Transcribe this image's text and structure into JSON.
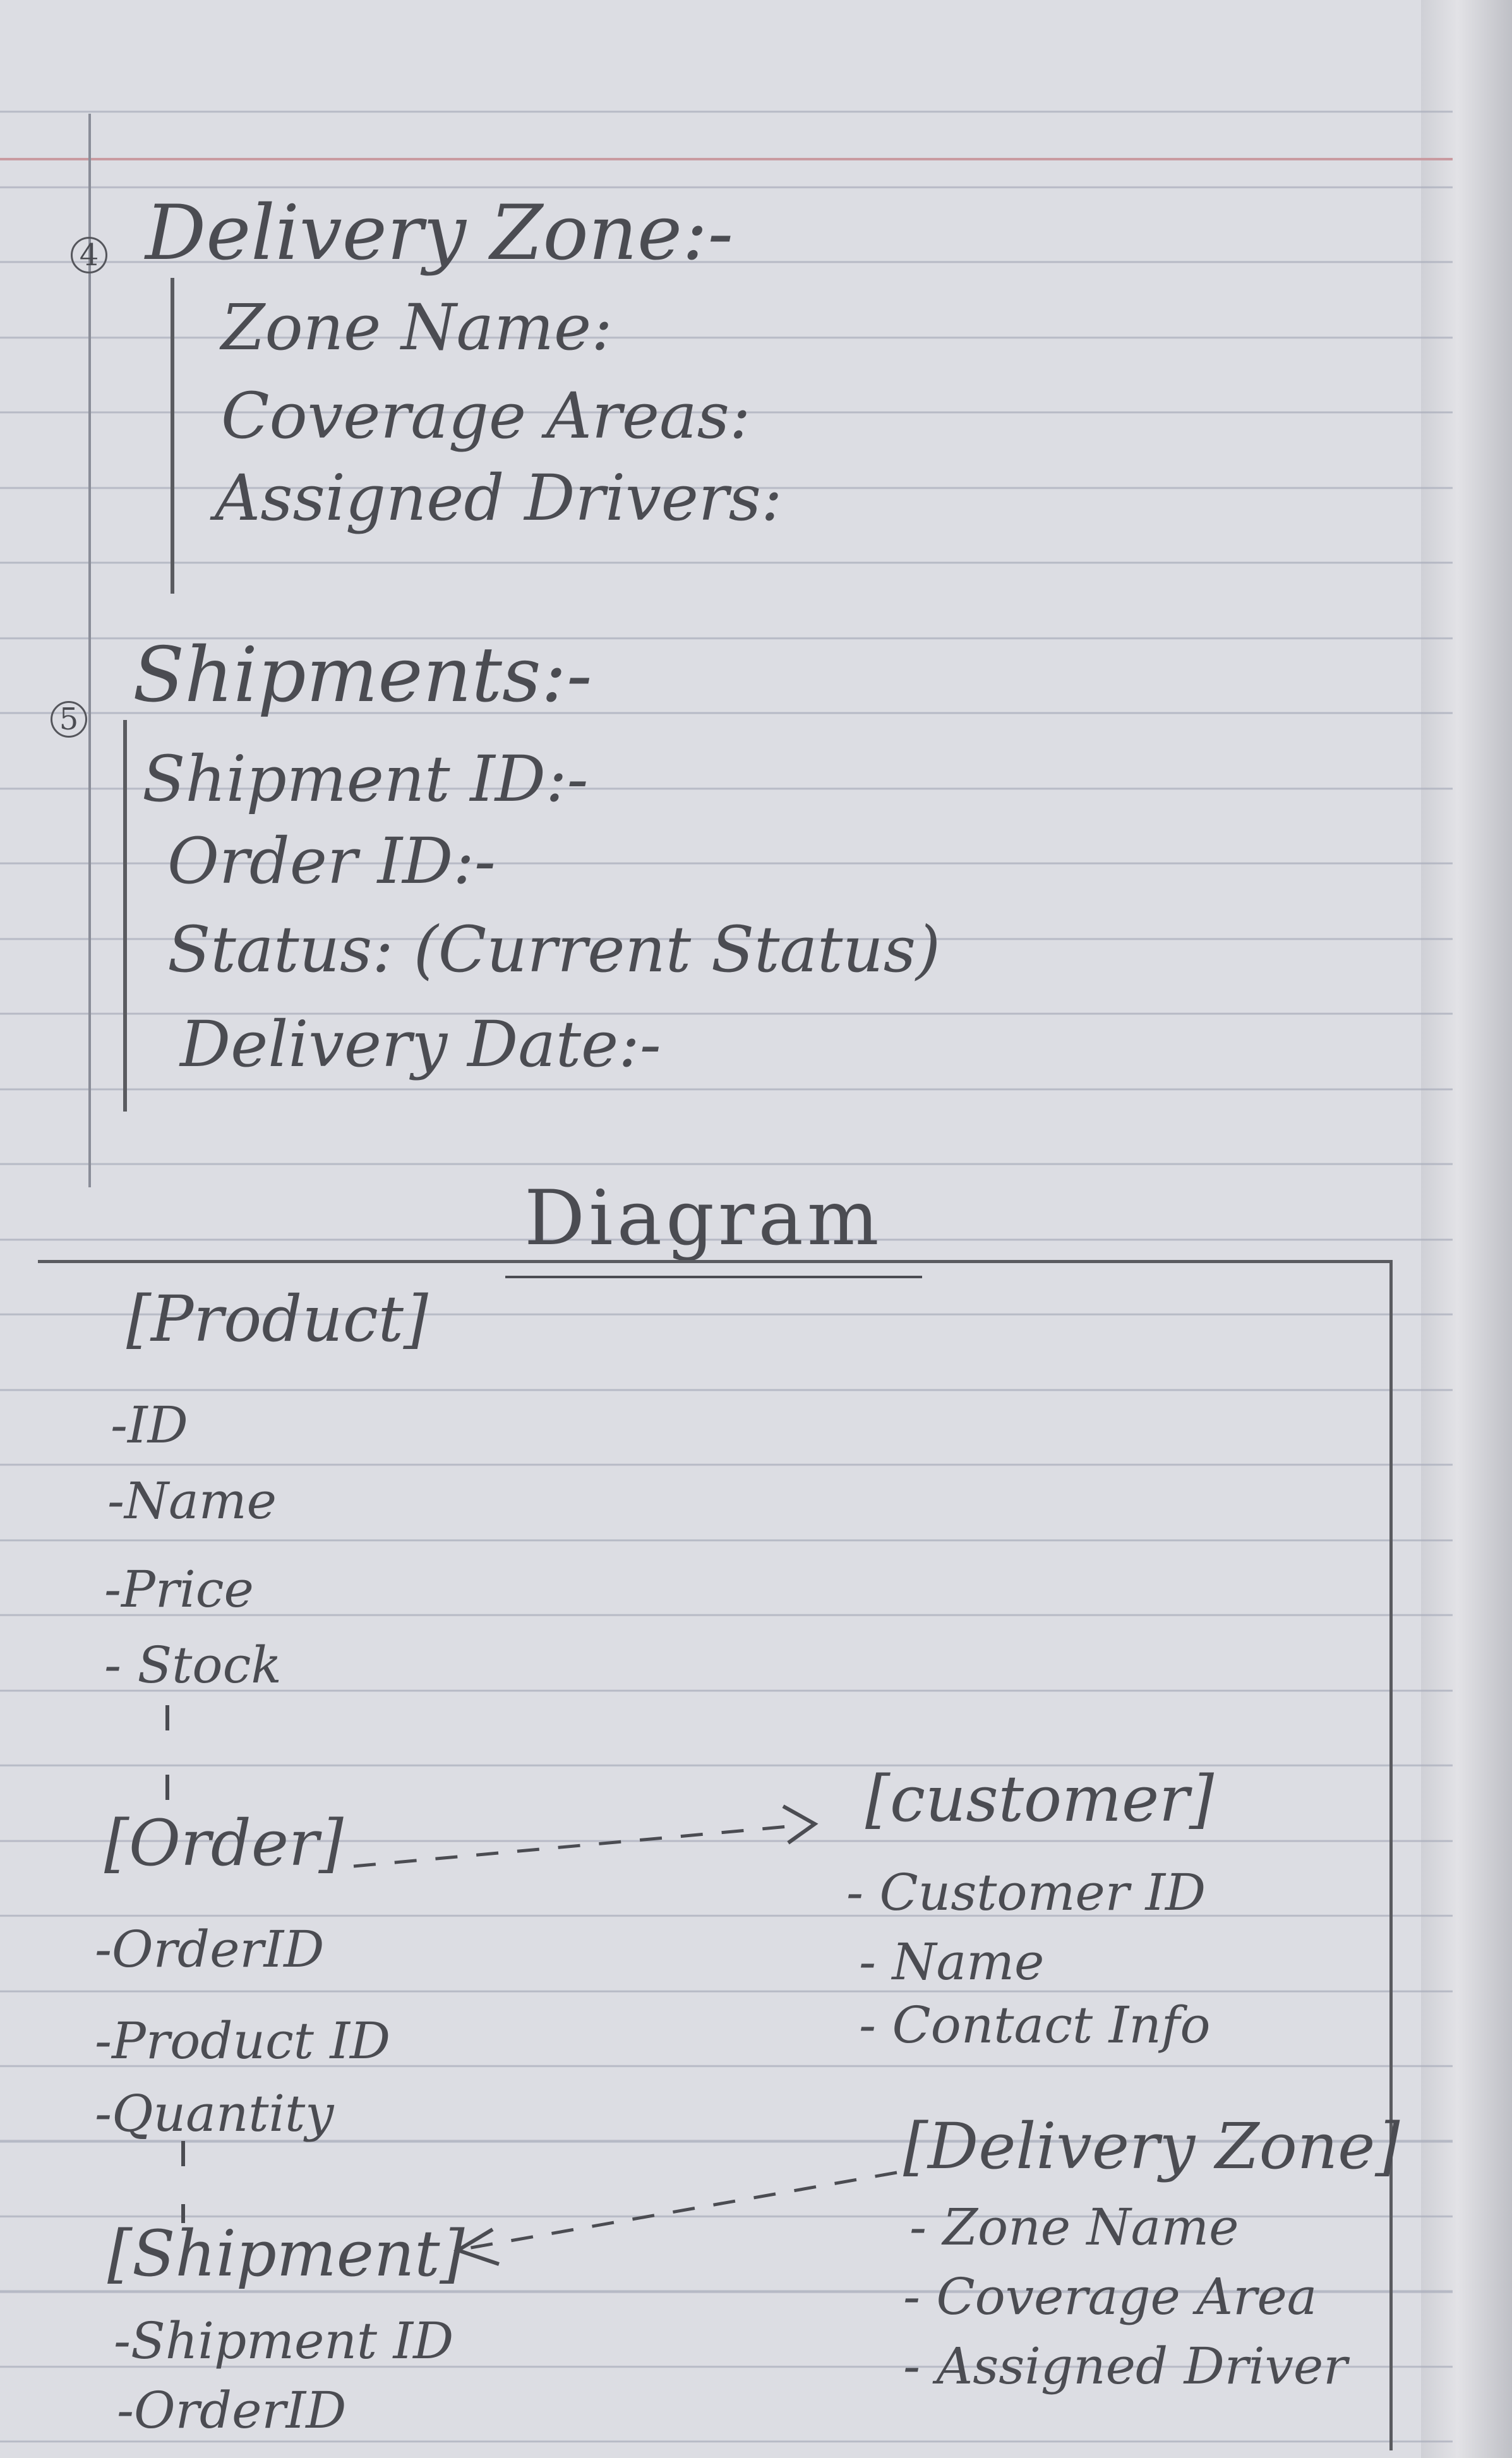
{
  "section4": {
    "number": "4",
    "title": "Delivery Zone:-",
    "fields": [
      "Zone Name:",
      "Coverage Areas:",
      "Assigned Drivers:"
    ]
  },
  "section5": {
    "number": "5",
    "title": "Shipments:-",
    "fields": [
      "Shipment ID:-",
      "Order ID:-",
      "Status: (Current Status)",
      "Delivery Date:-"
    ]
  },
  "diagram": {
    "heading": "Diagram",
    "product": {
      "title": "[Product]",
      "fields": [
        "-ID",
        "-Name",
        "-Price",
        "- Stock"
      ]
    },
    "order": {
      "title": "[Order]",
      "fields": [
        "-OrderID",
        "-Product ID",
        "-Quantity"
      ]
    },
    "customer": {
      "title": "[customer]",
      "fields": [
        "- Customer ID",
        "- Name",
        "- Contact Info"
      ]
    },
    "delivery_zone": {
      "title": "[Delivery Zone]",
      "fields": [
        "- Zone Name",
        "- Coverage Area",
        "- Assigned Driver"
      ]
    },
    "shipment": {
      "title": "[Shipment]",
      "fields": [
        "-Shipment ID",
        "-OrderID"
      ]
    }
  },
  "colors": {
    "ink": "#4b4c52",
    "paper": "#dcdde3",
    "rule": "#a9adbb"
  }
}
